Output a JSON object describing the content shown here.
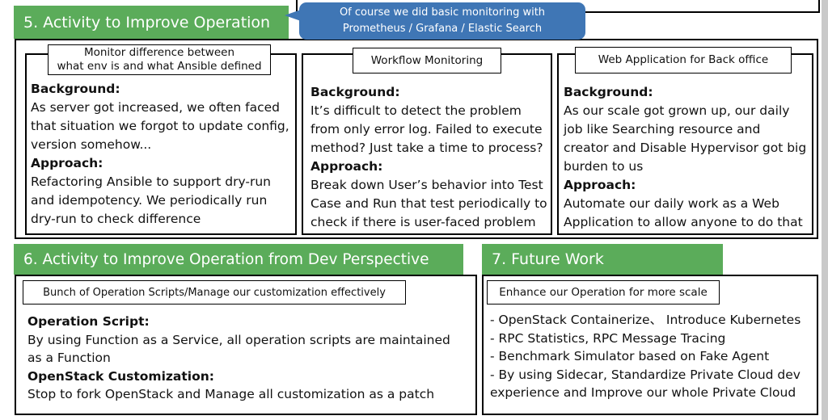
{
  "section5": {
    "title": "5. Activity to Improve Operation",
    "callout": [
      "Of course we did basic monitoring with",
      "Prometheus / Grafana / Elastic Search"
    ],
    "col1": {
      "label": [
        "Monitor difference between",
        "what env is and what Ansible defined"
      ],
      "background_heading": "Background:",
      "background": [
        "As server got increased, we often faced",
        "that situation we forgot to update config,",
        "version somehow..."
      ],
      "approach_heading": "Approach:",
      "approach": [
        "Refactoring Ansible to support dry-run",
        "and idempotency. We periodically run",
        "dry-run to check difference"
      ]
    },
    "col2": {
      "label": "Workflow Monitoring",
      "background_heading": "Background:",
      "background": [
        "It’s difficult to detect the problem",
        "from only error log. Failed to execute",
        "method? Just take a time to process?"
      ],
      "approach_heading": "Approach:",
      "approach": [
        "Break down User’s behavior into Test",
        "Case and Run that test periodically to",
        "check if there is user-faced problem"
      ]
    },
    "col3": {
      "label": "Web Application for Back office",
      "background_heading": "Background:",
      "background": [
        "As our scale got grown up, our daily",
        "job like Searching resource and",
        "creator and Disable Hypervisor got big",
        "burden to us"
      ],
      "approach_heading": "Approach:",
      "approach": [
        "Automate our daily work as a Web",
        "Application to allow anyone to do that"
      ]
    }
  },
  "section6": {
    "title": "6.  Activity to Improve Operation from Dev Perspective",
    "label": "Bunch of Operation Scripts/Manage our customization effectively",
    "script_heading": "Operation Script:",
    "script_body": [
      "By using Function as a Service, all operation scripts are maintained",
      "as a Function"
    ],
    "custom_heading": "OpenStack Customization:",
    "custom_body": [
      "Stop to fork OpenStack and Manage all customization as a patch"
    ]
  },
  "section7": {
    "title": "7. Future Work",
    "label": "Enhance our Operation for more scale",
    "items": [
      "- OpenStack Containerize、 Introduce Kubernetes",
      "- RPC Statistics, RPC Message Tracing",
      "- Benchmark Simulator based on Fake Agent",
      "- By using Sidecar,  Standardize Private Cloud dev",
      "experience and Improve our whole Private Cloud"
    ]
  },
  "colors": {
    "green": "#5bac5a",
    "blue": "#3f76b5"
  }
}
